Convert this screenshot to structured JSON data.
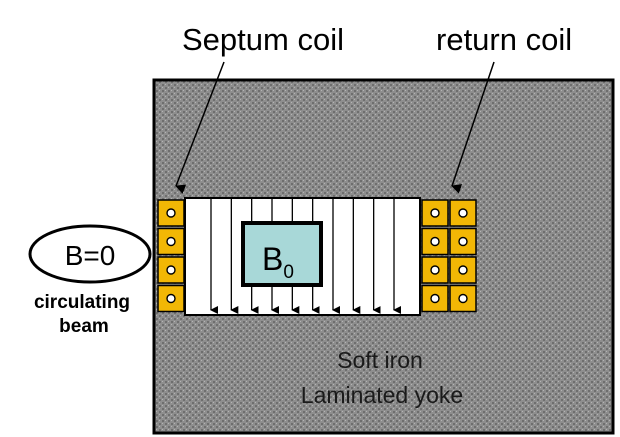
{
  "labels": {
    "septum_coil": "Septum coil",
    "return_coil": "return coil",
    "b_field": "B",
    "b_field_subscript": "0",
    "beam_field": "B=0",
    "circulating": "circulating",
    "beam": "beam",
    "yoke_line1": "Soft iron",
    "yoke_line2": "Laminated yoke"
  },
  "colors": {
    "yoke_fill": "#8c8c8c",
    "coil_fill": "#f2b705",
    "b0_box_fill": "#a8d8d8",
    "outline": "#000000"
  },
  "coils": {
    "septum_conductor_count": 4,
    "return_conductor_count": 8
  },
  "field_arrow_count": 10
}
